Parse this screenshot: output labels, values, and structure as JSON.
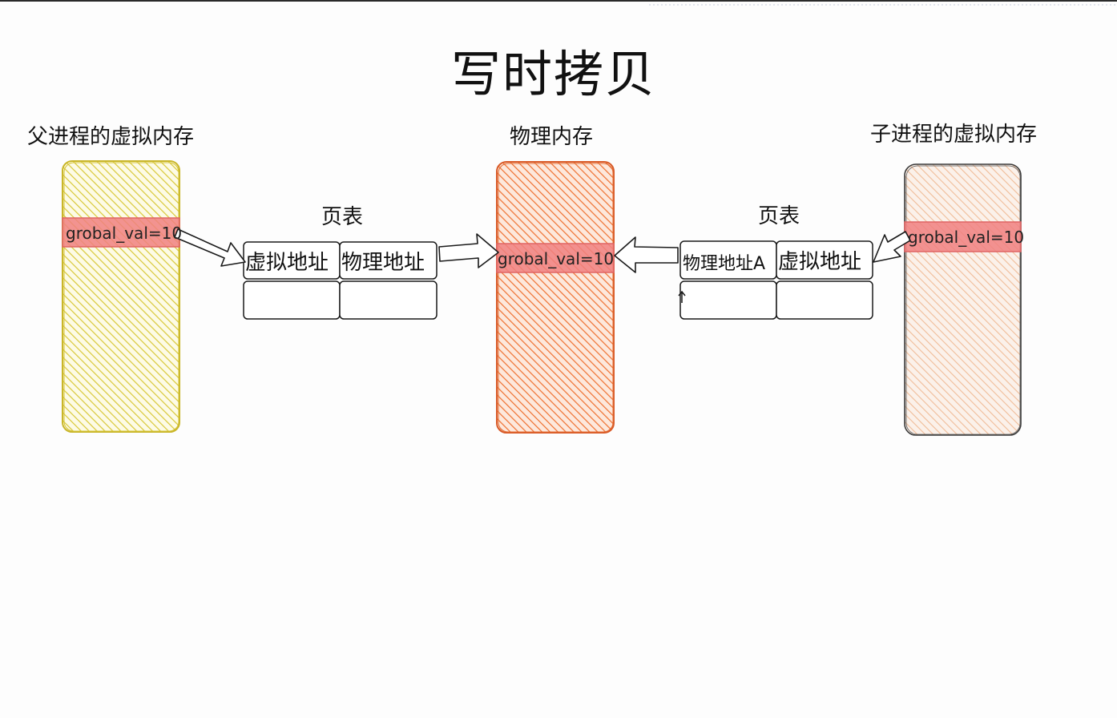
{
  "title": "写时拷贝",
  "parent_memory": {
    "label": "父进程的虚拟内存",
    "variable": "grobal_val=10"
  },
  "physical_memory": {
    "label": "物理内存",
    "variable": "grobal_val=10"
  },
  "child_memory": {
    "label": "子进程的虚拟内存",
    "variable": "grobal_val=10"
  },
  "left_page_table": {
    "label": "页表",
    "headers": [
      "虚拟地址",
      "物理地址"
    ]
  },
  "right_page_table": {
    "label": "页表",
    "headers": [
      "物理地址A",
      "虚拟地址"
    ]
  },
  "colors": {
    "parent_fill": "#e0d23a",
    "physical_fill": "#f07a3a",
    "child_fill": "#f2c4a8",
    "variable_band": "#f08080"
  }
}
